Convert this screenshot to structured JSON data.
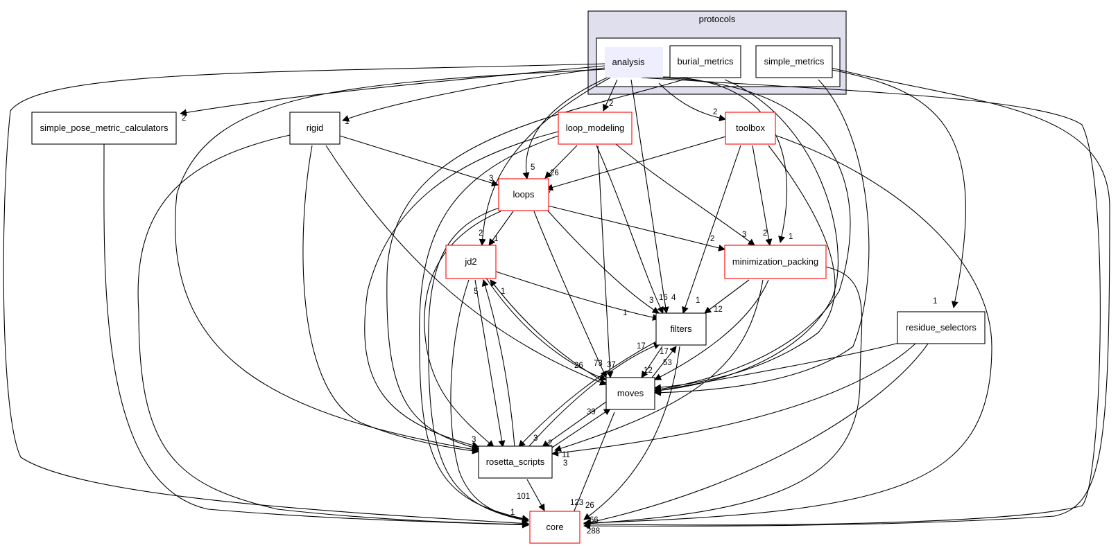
{
  "graph": {
    "cluster_outer": "protocols",
    "nodes": {
      "analysis": "analysis",
      "burial_metrics": "burial_metrics",
      "simple_metrics": "simple_metrics",
      "simple_pose_metric_calculators": "simple_pose_metric_calculators",
      "rigid": "rigid",
      "loop_modeling": "loop_modeling",
      "toolbox": "toolbox",
      "loops": "loops",
      "jd2": "jd2",
      "minimization_packing": "minimization_packing",
      "filters": "filters",
      "residue_selectors": "residue_selectors",
      "moves": "moves",
      "rosetta_scripts": "rosetta_scripts",
      "core": "core"
    },
    "edge_labels": [
      "2",
      "1",
      "2",
      "2",
      "5",
      "2",
      "4",
      "1",
      "16",
      "3",
      "1",
      "26",
      "7",
      "3",
      "2",
      "1",
      "3",
      "2",
      "1",
      "1",
      "1",
      "12",
      "5",
      "7",
      "3",
      "26",
      "73",
      "37",
      "17",
      "17",
      "12",
      "53",
      "1",
      "3",
      "39",
      "3",
      "2",
      "2",
      "11",
      "3",
      "101",
      "123",
      "26",
      "66",
      "288",
      "1"
    ],
    "colors": {
      "normal_border": "#000000",
      "external_border": "#ff0000",
      "cluster_fill_outer": "#dfdfee",
      "cluster_fill_inner": "#ffffff",
      "focus_fill": "#eeeeff"
    }
  }
}
